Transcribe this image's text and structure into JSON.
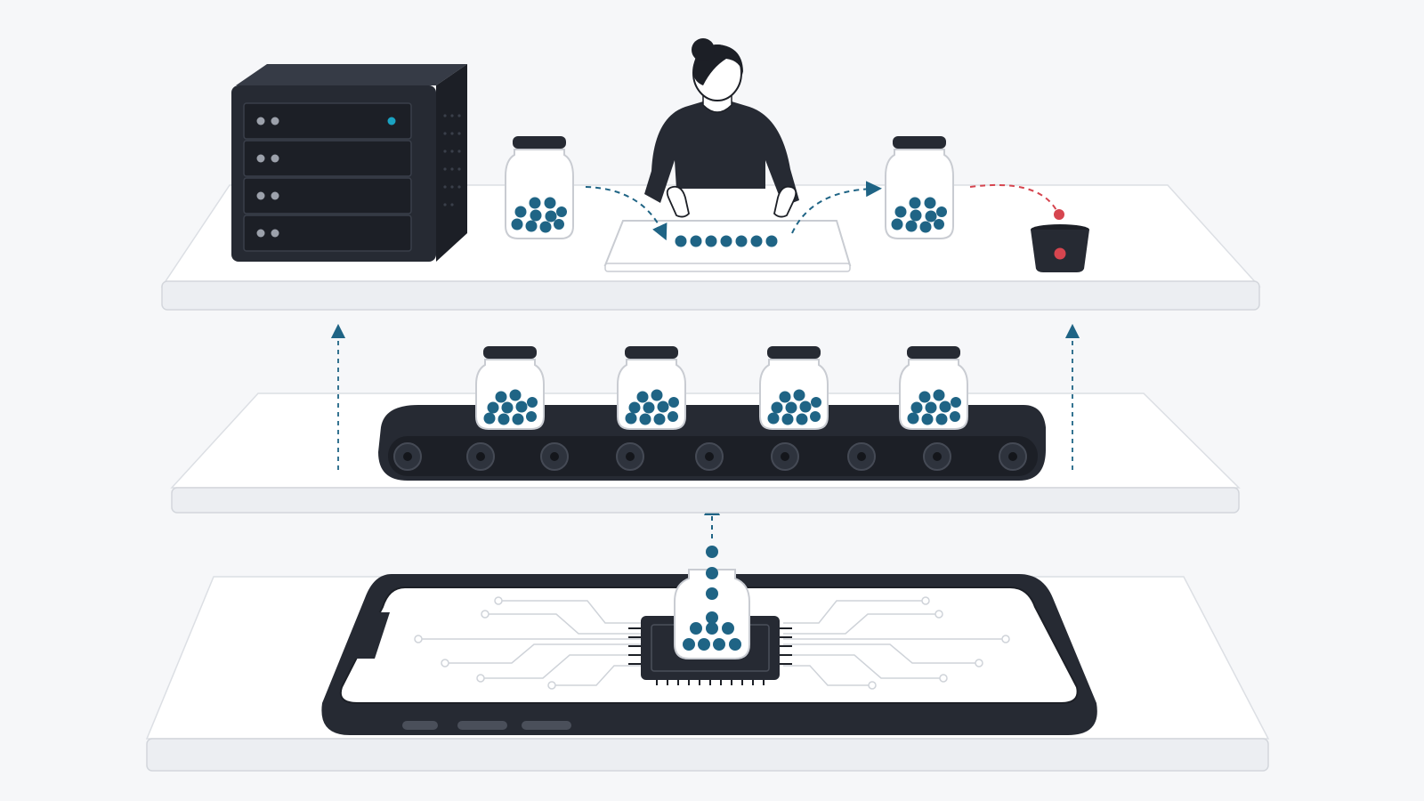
{
  "colors": {
    "background": "#f6f7f9",
    "platform_top": "#ffffff",
    "platform_edge": "#e9eaee",
    "platform_outline": "#d3d6dc",
    "hardware_dark": "#262a33",
    "hardware_darker": "#1c1f26",
    "bead_teal": "#1f6485",
    "accent_teal": "#1aa3c2",
    "reject_red": "#d6454f",
    "jar_glass": "#ffffff",
    "circuit_line": "#cfd3d9"
  },
  "layers": [
    {
      "id": "top",
      "elements": [
        "server-rack-icon",
        "person-icon",
        "jar-icon",
        "sorting-tray-icon",
        "jar-icon",
        "discard-bin-icon"
      ]
    },
    {
      "id": "middle",
      "elements": [
        "conveyor-belt-icon",
        "jar-icon",
        "jar-icon",
        "jar-icon",
        "jar-icon"
      ]
    },
    {
      "id": "bottom",
      "elements": [
        "smartphone-icon",
        "chip-icon",
        "jar-icon"
      ]
    }
  ],
  "counts": {
    "conveyor_jars": 4,
    "tray_beads": 7,
    "rising_beads": 3,
    "server_drive_bays": 4,
    "conveyor_rollers": 9
  }
}
